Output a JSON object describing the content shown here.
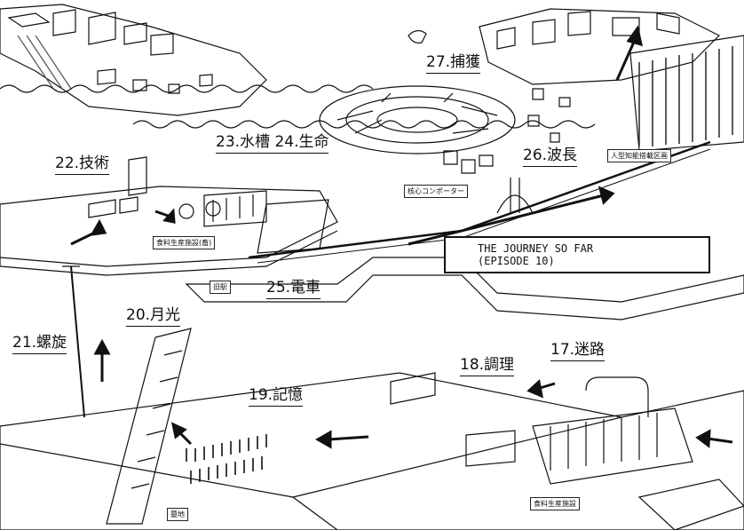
{
  "title": {
    "line1": "THE JOURNEY SO FAR",
    "line2": "(EPISODE 10)"
  },
  "stations": [
    {
      "id": "17",
      "label": "17.迷路"
    },
    {
      "id": "18",
      "label": "18.調理"
    },
    {
      "id": "19",
      "label": "19.記憶"
    },
    {
      "id": "20",
      "label": "20.月光"
    },
    {
      "id": "21",
      "label": "21.螺旋"
    },
    {
      "id": "22",
      "label": "22.技術"
    },
    {
      "id": "23-24",
      "label": "23.水槽 24.生命"
    },
    {
      "id": "25",
      "label": "25.電車"
    },
    {
      "id": "26",
      "label": "26.波長"
    },
    {
      "id": "27",
      "label": "27.捕獲"
    }
  ],
  "small_labels": {
    "food_plant": "食料生産施設(畜)",
    "old_station": "旧駅",
    "core_eater": "核心コンポーター",
    "ai_area": "人型知能搭載区画",
    "food_facility": "食料生産施設",
    "graves": "墓地"
  },
  "colors": {
    "ink": "#111111",
    "paper": "#ffffff",
    "shade": "#555555"
  }
}
